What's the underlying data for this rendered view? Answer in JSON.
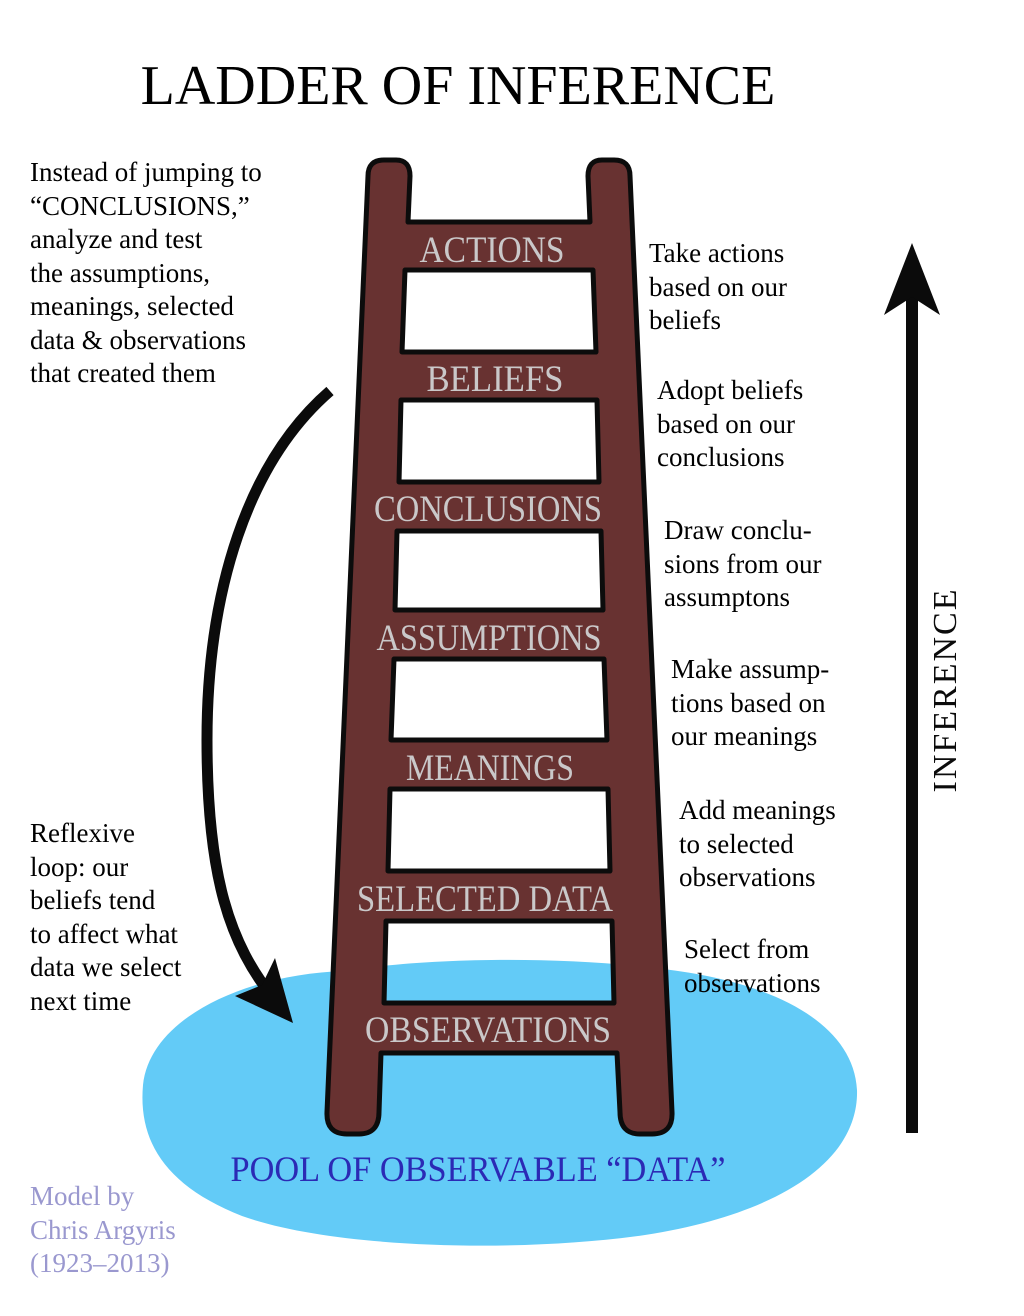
{
  "title": "LADDER OF INFERENCE",
  "ladder": {
    "rungs": [
      "ACTIONS",
      "BELIEFS",
      "CONCLUSIONS",
      "ASSUMPTIONS",
      "MEANINGS",
      "SELECTED DATA",
      "OBSERVATIONS"
    ]
  },
  "left_notes": {
    "jump_warning": [
      "Instead of jumping to",
      "“CONCLUSIONS,”",
      "analyze and test",
      "the assumptions,",
      "meanings, selected",
      "data & observations",
      "that created them"
    ],
    "reflexive_loop": [
      "Reflexive",
      "loop: our",
      "beliefs tend",
      "to affect what",
      "data we select",
      "next time"
    ],
    "attribution": [
      "Model by",
      "Chris Argyris",
      "(1923–2013)"
    ]
  },
  "right_notes": [
    [
      "Take actions",
      "based on our",
      "beliefs"
    ],
    [
      "Adopt beliefs",
      "based on our",
      "conclusions"
    ],
    [
      "Draw conclu-",
      "sions from our",
      "assumptons"
    ],
    [
      "Make assump-",
      "tions based on",
      "our meanings"
    ],
    [
      "Add meanings",
      "to selected",
      "observations"
    ],
    [
      "Select from",
      "observations"
    ]
  ],
  "inference_axis_label": "INFERENCE",
  "pool_label": "POOL OF OBSERVABLE “DATA”",
  "colors": {
    "ladder_fill": "#683231",
    "ladder_outline": "#0c0c0c",
    "pool_fill": "#63cbf7",
    "rung_label": "#cac8c9",
    "pool_label": "#2b2ab5",
    "attribution": "#9a98cf",
    "arrows": "#0b0b0b"
  }
}
